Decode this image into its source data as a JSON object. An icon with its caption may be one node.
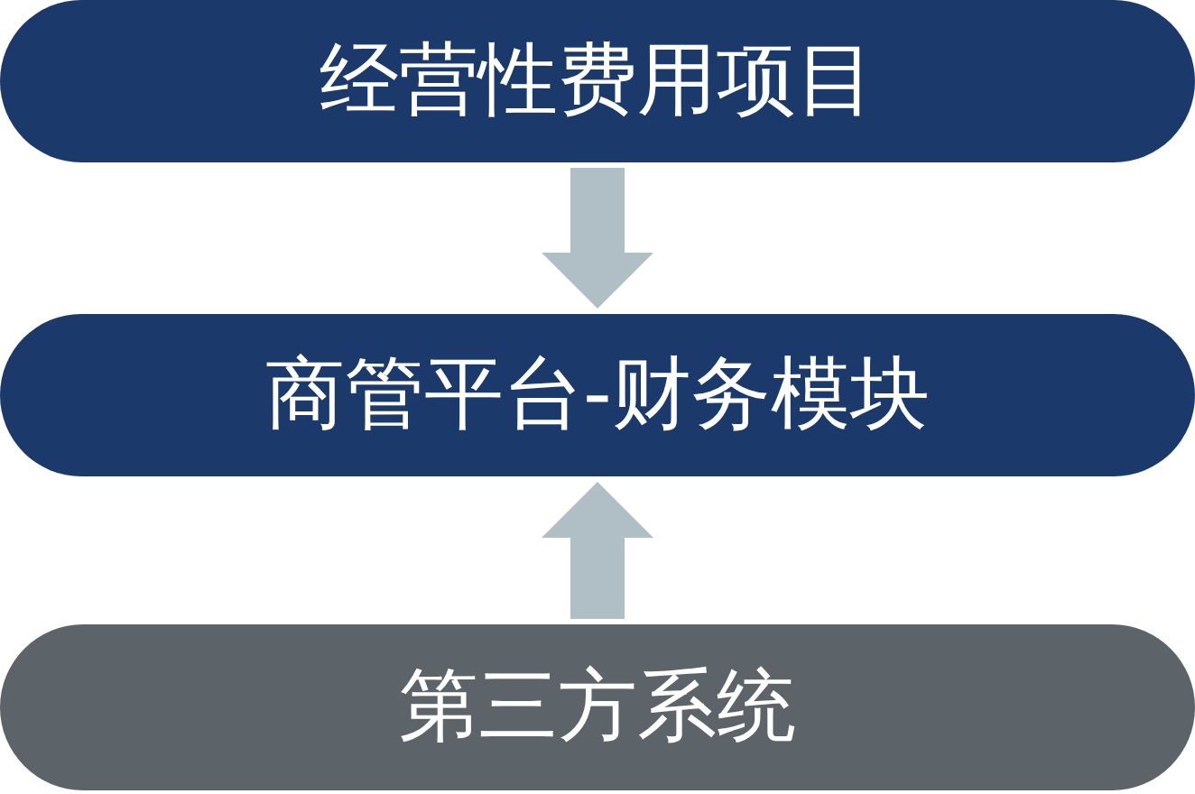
{
  "diagram": {
    "nodes": [
      {
        "text": [
          "经营性费用项目"
        ]
      },
      {
        "text": [
          "商管平台-财务模块"
        ]
      },
      {
        "text": [
          "第三方系统"
        ]
      }
    ],
    "edges": [
      {
        "from": 0,
        "to": 1,
        "arrow": "to"
      },
      {
        "from": 2,
        "to": 1,
        "arrow": "to"
      }
    ]
  }
}
